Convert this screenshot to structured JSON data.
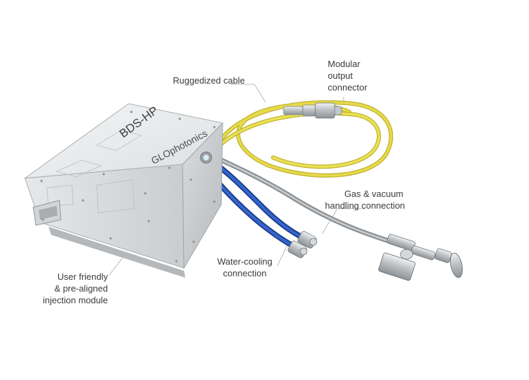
{
  "device": {
    "model_label": "BDS-HP",
    "brand_label": "GLOphotonics"
  },
  "callouts": {
    "ruggedized_cable": "Ruggedized cable",
    "modular_output_connector": [
      "Modular",
      "output",
      "connector"
    ],
    "gas_vacuum": [
      "Gas & vacuum",
      "handling connection"
    ],
    "water_cooling": [
      "Water-cooling",
      "connection"
    ],
    "injection_module": [
      "User friendly",
      "& pre-aligned",
      "injection module"
    ]
  },
  "colors": {
    "box_top": "#e9ebec",
    "box_side": "#c9ccce",
    "box_front": "#dcdfe1",
    "yellow_cable": "#e0d33a",
    "blue_hose": "#2a56b5",
    "steel_hose": "#9aa0a4",
    "leader_line": "#b8b8b8"
  }
}
